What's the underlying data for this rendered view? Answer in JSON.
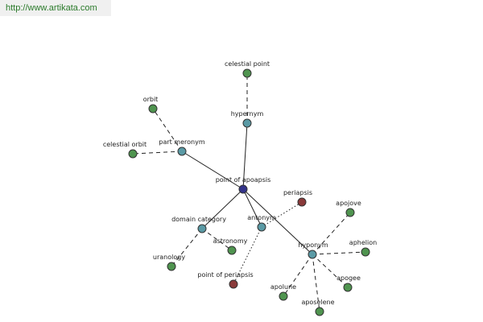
{
  "watermark": "http://www.artikata.com",
  "colors": {
    "center": "#33338a",
    "relation": "#5a9aa5",
    "word": "#4f944f",
    "antonym_word": "#8a3a3a"
  },
  "nodes": [
    {
      "id": "center",
      "label": "point of apoapsis",
      "kind": "center"
    },
    {
      "id": "hypernym",
      "label": "hypernym",
      "kind": "relation"
    },
    {
      "id": "celestial-point",
      "label": "celestial point",
      "kind": "word"
    },
    {
      "id": "part-meronym",
      "label": "part meronym",
      "kind": "relation"
    },
    {
      "id": "orbit",
      "label": "orbit",
      "kind": "word"
    },
    {
      "id": "celestial-orbit",
      "label": "celestial orbit",
      "kind": "word"
    },
    {
      "id": "domain-category",
      "label": "domain category",
      "kind": "relation"
    },
    {
      "id": "astronomy",
      "label": "astronomy",
      "kind": "word"
    },
    {
      "id": "uranology",
      "label": "uranology",
      "kind": "word"
    },
    {
      "id": "antonym",
      "label": "antonym",
      "kind": "relation"
    },
    {
      "id": "periapsis",
      "label": "periapsis",
      "kind": "antonym_word"
    },
    {
      "id": "point-of-periapsis",
      "label": "point of periapsis",
      "kind": "antonym_word"
    },
    {
      "id": "hyponym",
      "label": "hyponym",
      "kind": "relation"
    },
    {
      "id": "apojove",
      "label": "apojove",
      "kind": "word"
    },
    {
      "id": "aphelion",
      "label": "aphelion",
      "kind": "word"
    },
    {
      "id": "apogee",
      "label": "apogee",
      "kind": "word"
    },
    {
      "id": "aposelene",
      "label": "aposelene",
      "kind": "word"
    },
    {
      "id": "apolune",
      "label": "apolune",
      "kind": "word"
    }
  ],
  "edges": [
    {
      "from": "center",
      "to": "hypernym",
      "style": "solid"
    },
    {
      "from": "center",
      "to": "part-meronym",
      "style": "solid"
    },
    {
      "from": "center",
      "to": "domain-category",
      "style": "solid"
    },
    {
      "from": "center",
      "to": "antonym",
      "style": "solid"
    },
    {
      "from": "center",
      "to": "hyponym",
      "style": "solid"
    },
    {
      "from": "hypernym",
      "to": "celestial-point",
      "style": "dashed"
    },
    {
      "from": "part-meronym",
      "to": "orbit",
      "style": "dashed"
    },
    {
      "from": "part-meronym",
      "to": "celestial-orbit",
      "style": "dashed"
    },
    {
      "from": "domain-category",
      "to": "astronomy",
      "style": "dashed"
    },
    {
      "from": "domain-category",
      "to": "uranology",
      "style": "dashed"
    },
    {
      "from": "antonym",
      "to": "periapsis",
      "style": "dotted"
    },
    {
      "from": "antonym",
      "to": "point-of-periapsis",
      "style": "dotted"
    },
    {
      "from": "hyponym",
      "to": "apojove",
      "style": "dashed"
    },
    {
      "from": "hyponym",
      "to": "aphelion",
      "style": "dashed"
    },
    {
      "from": "hyponym",
      "to": "apogee",
      "style": "dashed"
    },
    {
      "from": "hyponym",
      "to": "aposelene",
      "style": "dashed"
    },
    {
      "from": "hyponym",
      "to": "apolune",
      "style": "dashed"
    }
  ]
}
